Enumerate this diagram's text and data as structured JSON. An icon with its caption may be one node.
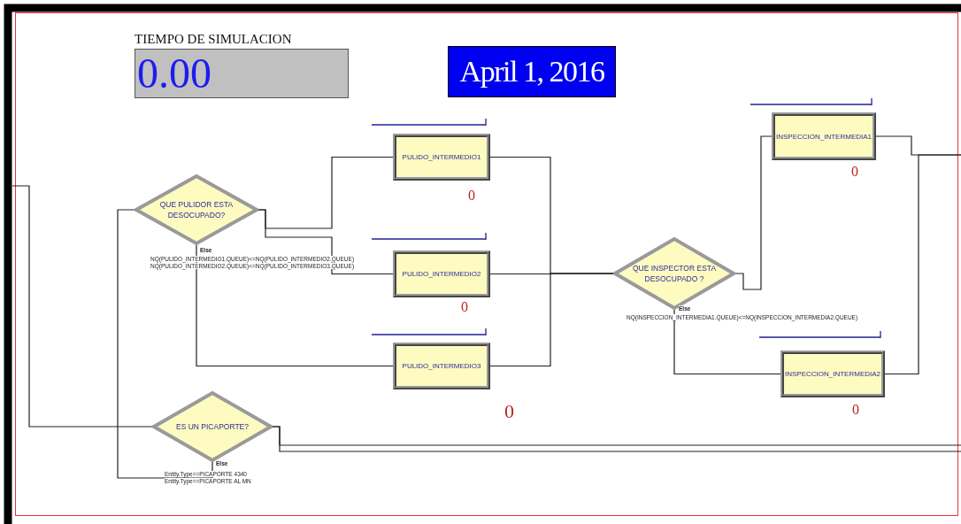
{
  "diagram": {
    "nodes": [
      {
        "text": [
          "TIEMPO DE SIMULACION",
          "0.00"
        ]
      },
      {
        "text": [
          "April 1, 2016"
        ]
      },
      {
        "text": [
          "QUE PULIDOR ESTA DESOCUPADO?"
        ],
        "beside": [
          "Else",
          "NQ(PULIDO_INTERMEDIO1.QUEUE)<=NQ(PULIDO_INTERMEDIO2.QUEUE)",
          "NQ(PULIDO_INTERMEDIO2.QUEUE)<=NQ(PULIDO_INTERMEDIO3.QUEUE)"
        ]
      },
      {
        "text": [
          "PULIDO_INTERMEDIO1"
        ],
        "beside": [
          "0"
        ]
      },
      {
        "text": [
          "PULIDO_INTERMEDIO2"
        ],
        "beside": [
          "0"
        ]
      },
      {
        "text": [
          "PULIDO_INTERMEDIO3"
        ],
        "beside": [
          "0"
        ]
      },
      {
        "text": [
          "QUE INSPECTOR ESTA DESOCUPADO ?"
        ],
        "beside": [
          "Else",
          "NQ(INSPECCION_INTERMEDIA1.QUEUE)<=NQ(INSPECCION_INTERMEDIA2.QUEUE)"
        ]
      },
      {
        "text": [
          "INSPECCION_INTERMEDIA1"
        ],
        "beside": [
          "0"
        ]
      },
      {
        "text": [
          "INSPECCION_INTERMEDIA2"
        ],
        "beside": [
          "0"
        ]
      },
      {
        "text": [
          "ES UN PICAPORTE?"
        ],
        "beside": [
          "Else",
          "Entity.Type==PICAPORTE 4340",
          "Entity.Type==PICAPORTE AL MN"
        ]
      }
    ],
    "edges": [
      {
        "from": null,
        "to": 9,
        "arrow": "none"
      },
      {
        "from": 9,
        "to": 2,
        "arrow": "none"
      },
      {
        "from": 9,
        "to": null,
        "arrow": "none"
      },
      {
        "from": 9,
        "to": null,
        "arrow": "none"
      },
      {
        "from": 2,
        "to": 3,
        "arrow": "none"
      },
      {
        "from": 2,
        "to": 4,
        "arrow": "none"
      },
      {
        "from": 2,
        "to": 5,
        "arrow": "none"
      },
      {
        "from": 3,
        "to": 6,
        "arrow": "none"
      },
      {
        "from": 4,
        "to": 6,
        "arrow": "none"
      },
      {
        "from": 5,
        "to": 6,
        "arrow": "none"
      },
      {
        "from": 6,
        "to": 7,
        "arrow": "none"
      },
      {
        "from": 6,
        "to": 8,
        "arrow": "none"
      },
      {
        "from": 7,
        "to": null,
        "arrow": "none"
      },
      {
        "from": 8,
        "to": null,
        "arrow": "none"
      }
    ]
  }
}
